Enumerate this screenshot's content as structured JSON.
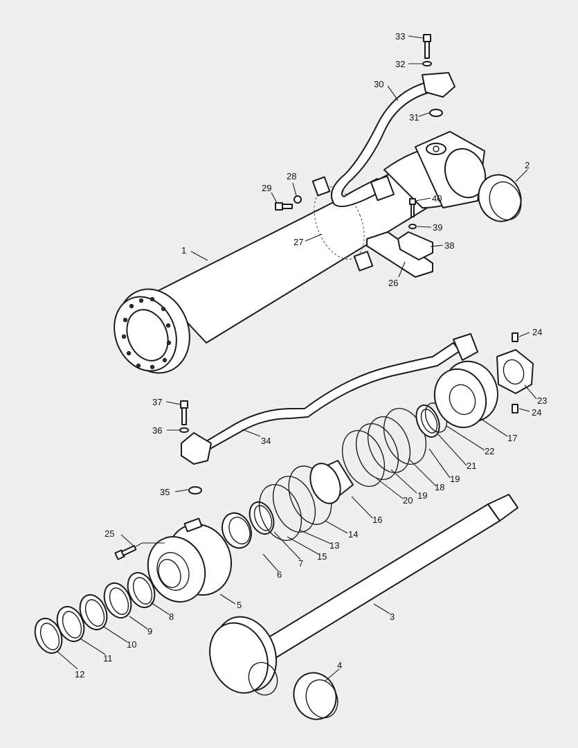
{
  "diagram": {
    "background": "#efefef",
    "line_color": "#1a1a1a",
    "callouts": [
      {
        "id": "p1",
        "label": "1"
      },
      {
        "id": "p2",
        "label": "2"
      },
      {
        "id": "p3",
        "label": "3"
      },
      {
        "id": "p4",
        "label": "4"
      },
      {
        "id": "p5",
        "label": "5"
      },
      {
        "id": "p6",
        "label": "6"
      },
      {
        "id": "p7",
        "label": "7"
      },
      {
        "id": "p8",
        "label": "8"
      },
      {
        "id": "p9",
        "label": "9"
      },
      {
        "id": "p10",
        "label": "10"
      },
      {
        "id": "p11",
        "label": "11"
      },
      {
        "id": "p12",
        "label": "12"
      },
      {
        "id": "p13",
        "label": "13"
      },
      {
        "id": "p14",
        "label": "14"
      },
      {
        "id": "p15",
        "label": "15"
      },
      {
        "id": "p16",
        "label": "16"
      },
      {
        "id": "p17",
        "label": "17"
      },
      {
        "id": "p18",
        "label": "18"
      },
      {
        "id": "p19a",
        "label": "19"
      },
      {
        "id": "p19b",
        "label": "19"
      },
      {
        "id": "p20",
        "label": "20"
      },
      {
        "id": "p21",
        "label": "21"
      },
      {
        "id": "p22",
        "label": "22"
      },
      {
        "id": "p23",
        "label": "23"
      },
      {
        "id": "p24a",
        "label": "24"
      },
      {
        "id": "p24b",
        "label": "24"
      },
      {
        "id": "p25",
        "label": "25"
      },
      {
        "id": "p26",
        "label": "26"
      },
      {
        "id": "p27",
        "label": "27"
      },
      {
        "id": "p28",
        "label": "28"
      },
      {
        "id": "p29",
        "label": "29"
      },
      {
        "id": "p30",
        "label": "30"
      },
      {
        "id": "p31",
        "label": "31"
      },
      {
        "id": "p32",
        "label": "32"
      },
      {
        "id": "p33",
        "label": "33"
      },
      {
        "id": "p34",
        "label": "34"
      },
      {
        "id": "p35",
        "label": "35"
      },
      {
        "id": "p36",
        "label": "36"
      },
      {
        "id": "p37",
        "label": "37"
      },
      {
        "id": "p38",
        "label": "38"
      },
      {
        "id": "p39",
        "label": "39"
      },
      {
        "id": "p40",
        "label": "40"
      }
    ]
  }
}
